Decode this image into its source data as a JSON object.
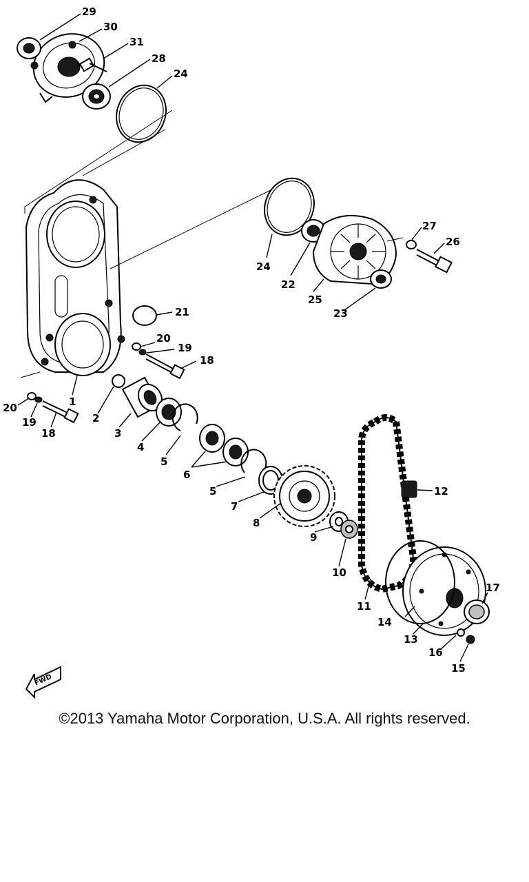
{
  "copyright": "©2013 Yamaha Motor Corporation, U.S.A. All rights reserved.",
  "fwd_mark": "FWD",
  "callouts": [
    "29",
    "30",
    "31",
    "28",
    "24",
    "24",
    "22",
    "25",
    "27",
    "26",
    "23",
    "21",
    "20",
    "19",
    "18",
    "20",
    "19",
    "18",
    "1",
    "2",
    "3",
    "4",
    "5",
    "6",
    "5",
    "7",
    "8",
    "9",
    "10",
    "11",
    "12",
    "13",
    "14",
    "17",
    "16",
    "15"
  ]
}
